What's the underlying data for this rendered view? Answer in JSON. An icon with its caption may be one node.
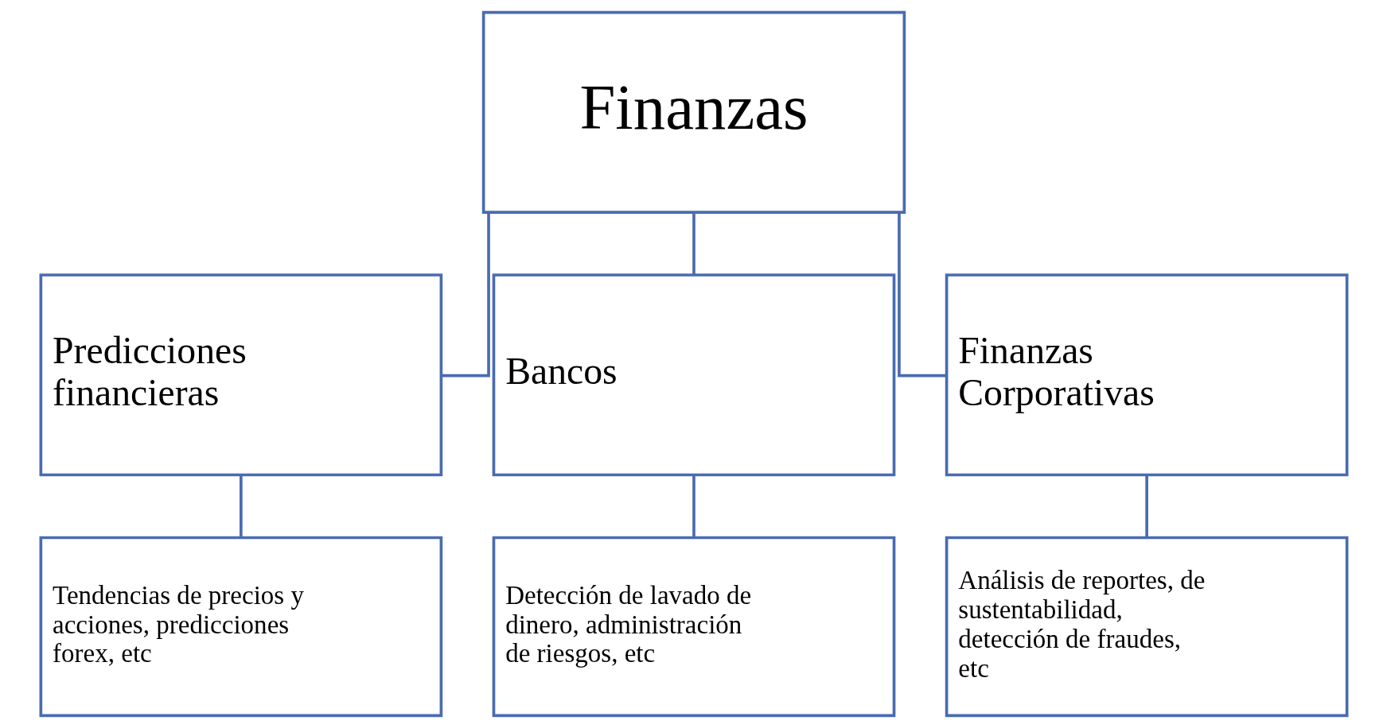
{
  "diagram": {
    "nodes": [
      {
        "text": [
          "Finanzas"
        ]
      },
      {
        "text": [
          "Predicciones financieras"
        ]
      },
      {
        "text": [
          "Bancos"
        ]
      },
      {
        "text": [
          "Finanzas Corporativas"
        ]
      },
      {
        "text": [
          "Tendencias de precios y acciones, predicciones forex, etc"
        ]
      },
      {
        "text": [
          "Detección de lavado de dinero, administración de riesgos, etc"
        ]
      },
      {
        "text": [
          "Análisis de reportes, de sustentabilidad, detección de fraudes, etc"
        ]
      }
    ],
    "edges": [
      {
        "from": 0,
        "to": 1,
        "arrow": "none"
      },
      {
        "from": 0,
        "to": 2,
        "arrow": "none"
      },
      {
        "from": 0,
        "to": 3,
        "arrow": "none"
      },
      {
        "from": 1,
        "to": 4,
        "arrow": "none"
      },
      {
        "from": 2,
        "to": 5,
        "arrow": "none"
      },
      {
        "from": 3,
        "to": 6,
        "arrow": "none"
      }
    ]
  }
}
